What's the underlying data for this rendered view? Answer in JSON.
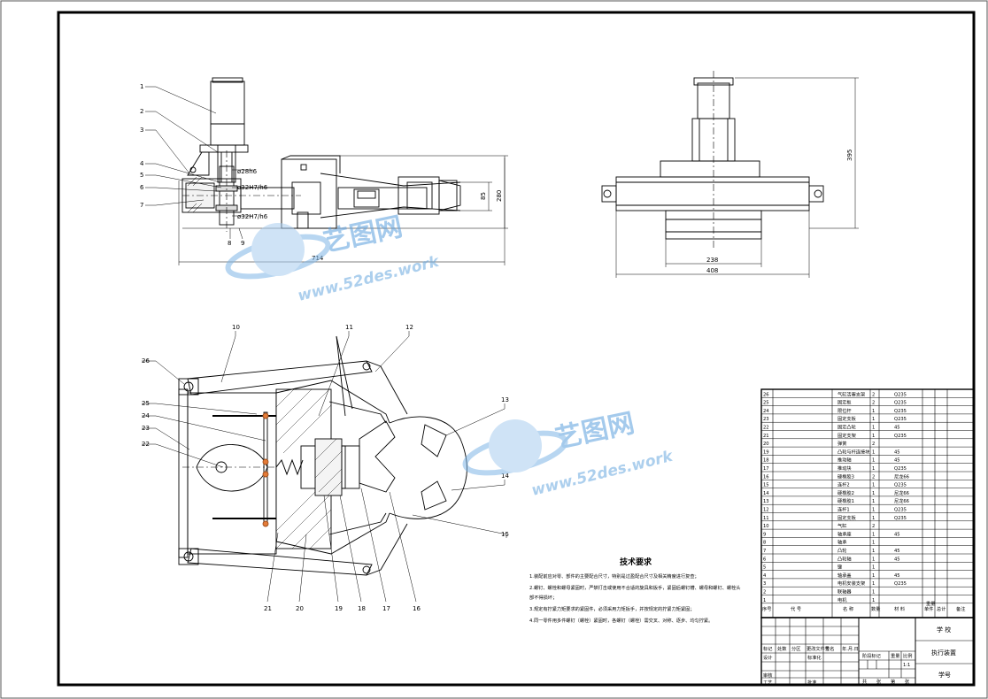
{
  "drawing": {
    "part_labels_front": [
      "1",
      "2",
      "3",
      "4",
      "5",
      "6",
      "7",
      "8",
      "9"
    ],
    "part_labels_section": [
      "10",
      "11",
      "12",
      "13",
      "14",
      "15",
      "16",
      "17",
      "18",
      "19",
      "20",
      "21",
      "22",
      "23",
      "24",
      "25",
      "26"
    ],
    "dimensions": {
      "d1": "ø28h6",
      "d2": "ø32H7/h6",
      "d3": "ø32H7/h6",
      "width_front": "714",
      "h_small": "85",
      "h_total": "280",
      "h_side": "395",
      "w_side_inner": "238",
      "w_side_outer": "408"
    }
  },
  "watermark": {
    "cn": "艺图网",
    "url": "www.52des.work"
  },
  "tech_requirements": {
    "title": "技术要求",
    "lines": [
      "1.装配前应对零、部件的主要配合尺寸，特别是过盈配合尺寸及相关精度进行复查；",
      "2.螺钉、螺栓和螺母紧固时，严禁打击或使用不合适的旋具和扳手，紧固后螺钉槽、螺母和螺钉、螺栓头",
      "部不得损坏；",
      "3.规定有拧紧力矩要求的紧固件，必须采用力矩扳手，并按规定的拧紧力矩紧固；",
      "4.同一零件用多件螺钉（螺栓）紧固时，各螺钉（螺栓）需交叉、对称、逐步、均匀拧紧。"
    ]
  },
  "bom": {
    "rows": [
      {
        "no": "26",
        "name": "气缸活塞支架",
        "qty": "2",
        "mat": "Q235"
      },
      {
        "no": "25",
        "name": "固定板",
        "qty": "2",
        "mat": "Q235"
      },
      {
        "no": "24",
        "name": "限位杆",
        "qty": "1",
        "mat": "Q235"
      },
      {
        "no": "23",
        "name": "固定支板",
        "qty": "1",
        "mat": "Q235"
      },
      {
        "no": "22",
        "name": "固定凸轮",
        "qty": "1",
        "mat": "45"
      },
      {
        "no": "21",
        "name": "固定支架",
        "qty": "1",
        "mat": "Q235"
      },
      {
        "no": "20",
        "name": "弹簧",
        "qty": "2",
        "mat": ""
      },
      {
        "no": "19",
        "name": "凸轮与杆连接块",
        "qty": "1",
        "mat": "45"
      },
      {
        "no": "18",
        "name": "推动轴",
        "qty": "1",
        "mat": "45"
      },
      {
        "no": "17",
        "name": "推动块",
        "qty": "1",
        "mat": "Q235"
      },
      {
        "no": "16",
        "name": "硬橡胶3",
        "qty": "2",
        "mat": "尼龙66"
      },
      {
        "no": "15",
        "name": "连杆2",
        "qty": "1",
        "mat": "Q235"
      },
      {
        "no": "14",
        "name": "硬橡胶2",
        "qty": "1",
        "mat": "尼龙66"
      },
      {
        "no": "13",
        "name": "硬橡胶1",
        "qty": "1",
        "mat": "尼龙66"
      },
      {
        "no": "12",
        "name": "连杆1",
        "qty": "1",
        "mat": "Q235"
      },
      {
        "no": "11",
        "name": "固定支板",
        "qty": "1",
        "mat": "Q235"
      },
      {
        "no": "10",
        "name": "气缸",
        "qty": "2",
        "mat": ""
      },
      {
        "no": "9",
        "name": "轴承座",
        "qty": "1",
        "mat": "45"
      },
      {
        "no": "8",
        "name": "轴承",
        "qty": "1",
        "mat": ""
      },
      {
        "no": "7",
        "name": "凸轮",
        "qty": "1",
        "mat": "45"
      },
      {
        "no": "6",
        "name": "凸轮轴",
        "qty": "1",
        "mat": "45"
      },
      {
        "no": "5",
        "name": "键",
        "qty": "1",
        "mat": ""
      },
      {
        "no": "4",
        "name": "轴承盖",
        "qty": "1",
        "mat": "45"
      },
      {
        "no": "3",
        "name": "电机安装支架",
        "qty": "1",
        "mat": "Q235"
      },
      {
        "no": "2",
        "name": "联轴器",
        "qty": "1",
        "mat": ""
      },
      {
        "no": "1",
        "name": "电机",
        "qty": "1",
        "mat": ""
      }
    ],
    "header": {
      "no": "序号",
      "code": "代 号",
      "name": "名 称",
      "qty": "数量",
      "mat": "材 料",
      "unit_w": "单件",
      "total_w": "总计",
      "weight": "重量",
      "note": "备注"
    }
  },
  "title_block": {
    "school": "学 校",
    "drawing_name": "执行装置",
    "student_no": "学号",
    "scale": "1:1",
    "stage_label": "阶段标记",
    "weight_label": "重量",
    "scale_label": "比例",
    "sheet_a": "共",
    "sheet_b": "张",
    "sheet_c": "第",
    "sheet_d": "张",
    "design": "设计",
    "check": "审核",
    "process": "工艺",
    "standard": "标准化",
    "approve": "批准",
    "mark": "标记",
    "count": "处数",
    "zone": "分区",
    "change_doc": "更改文件号",
    "sign": "签名",
    "date": "年.月.日"
  }
}
